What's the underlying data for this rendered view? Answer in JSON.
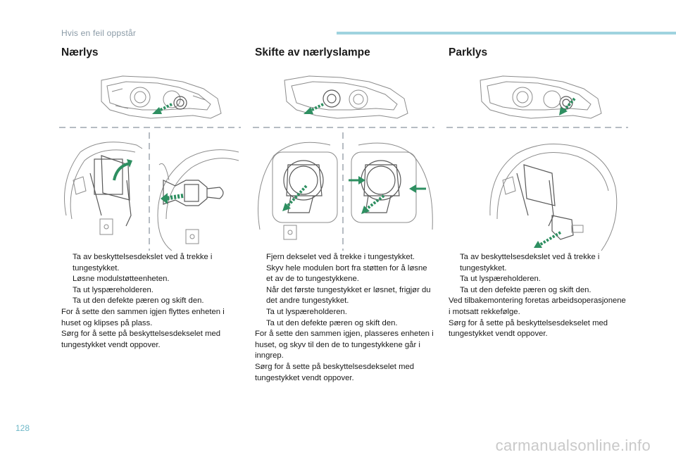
{
  "header": {
    "title": "Hvis en feil oppstår"
  },
  "colors": {
    "accent": "#9fd3df",
    "arrow": "#2e8f61",
    "text": "#1a1a1a"
  },
  "sections": [
    {
      "title": "Nærlys",
      "items": [
        {
          "type": "bullet",
          "text": "Ta av beskyttelsesdekslet ved å trekke i tungestykket."
        },
        {
          "type": "bullet",
          "text": "Løsne modulstøtteenheten."
        },
        {
          "type": "bullet",
          "text": "Ta ut lyspæreholderen."
        },
        {
          "type": "bullet",
          "text": "Ta ut den defekte pæren og skift den."
        },
        {
          "type": "para",
          "text": "For å sette den sammen igjen flyttes enheten i huset og klipses på plass."
        },
        {
          "type": "para",
          "text": "Sørg for å sette på beskyttelsesdekselet med tungestykket vendt oppover."
        }
      ]
    },
    {
      "title": "Skifte av nærlyslampe",
      "items": [
        {
          "type": "bullet",
          "text": "Fjern dekselet ved å trekke i tungestykket."
        },
        {
          "type": "bullet",
          "text": "Skyv hele modulen bort fra støtten for å løsne et av de to tungestykkene."
        },
        {
          "type": "bullet",
          "text": "Når det første tungestykket er løsnet, frigjør du det andre tungestykket."
        },
        {
          "type": "bullet",
          "text": "Ta ut lyspæreholderen."
        },
        {
          "type": "bullet",
          "text": "Ta ut den defekte pæren og skift den."
        },
        {
          "type": "para",
          "text": "For å sette den sammen igjen, plasseres enheten i huset, og skyv til den de to tungestykkene går i inngrep."
        },
        {
          "type": "para",
          "text": "Sørg for å sette på beskyttelsesdekselet med tungestykket vendt oppover."
        }
      ]
    },
    {
      "title": "Parklys",
      "items": [
        {
          "type": "bullet",
          "text": "Ta av beskyttelsesdekslet ved å trekke i tungestykket."
        },
        {
          "type": "bullet",
          "text": "Ta ut lyspæreholderen."
        },
        {
          "type": "bullet",
          "text": "Ta ut den defekte pæren og skift den."
        },
        {
          "type": "para",
          "text": "Ved tilbakemontering foretas arbeidsoperasjonene i motsatt rekkefølge."
        },
        {
          "type": "para",
          "text": "Sørg for å sette på beskyttelsesdekselet med tungestykket vendt oppover."
        }
      ]
    }
  ],
  "bullet_symbol": "",
  "page_number": "128",
  "watermark": "carmanualsonline.info"
}
